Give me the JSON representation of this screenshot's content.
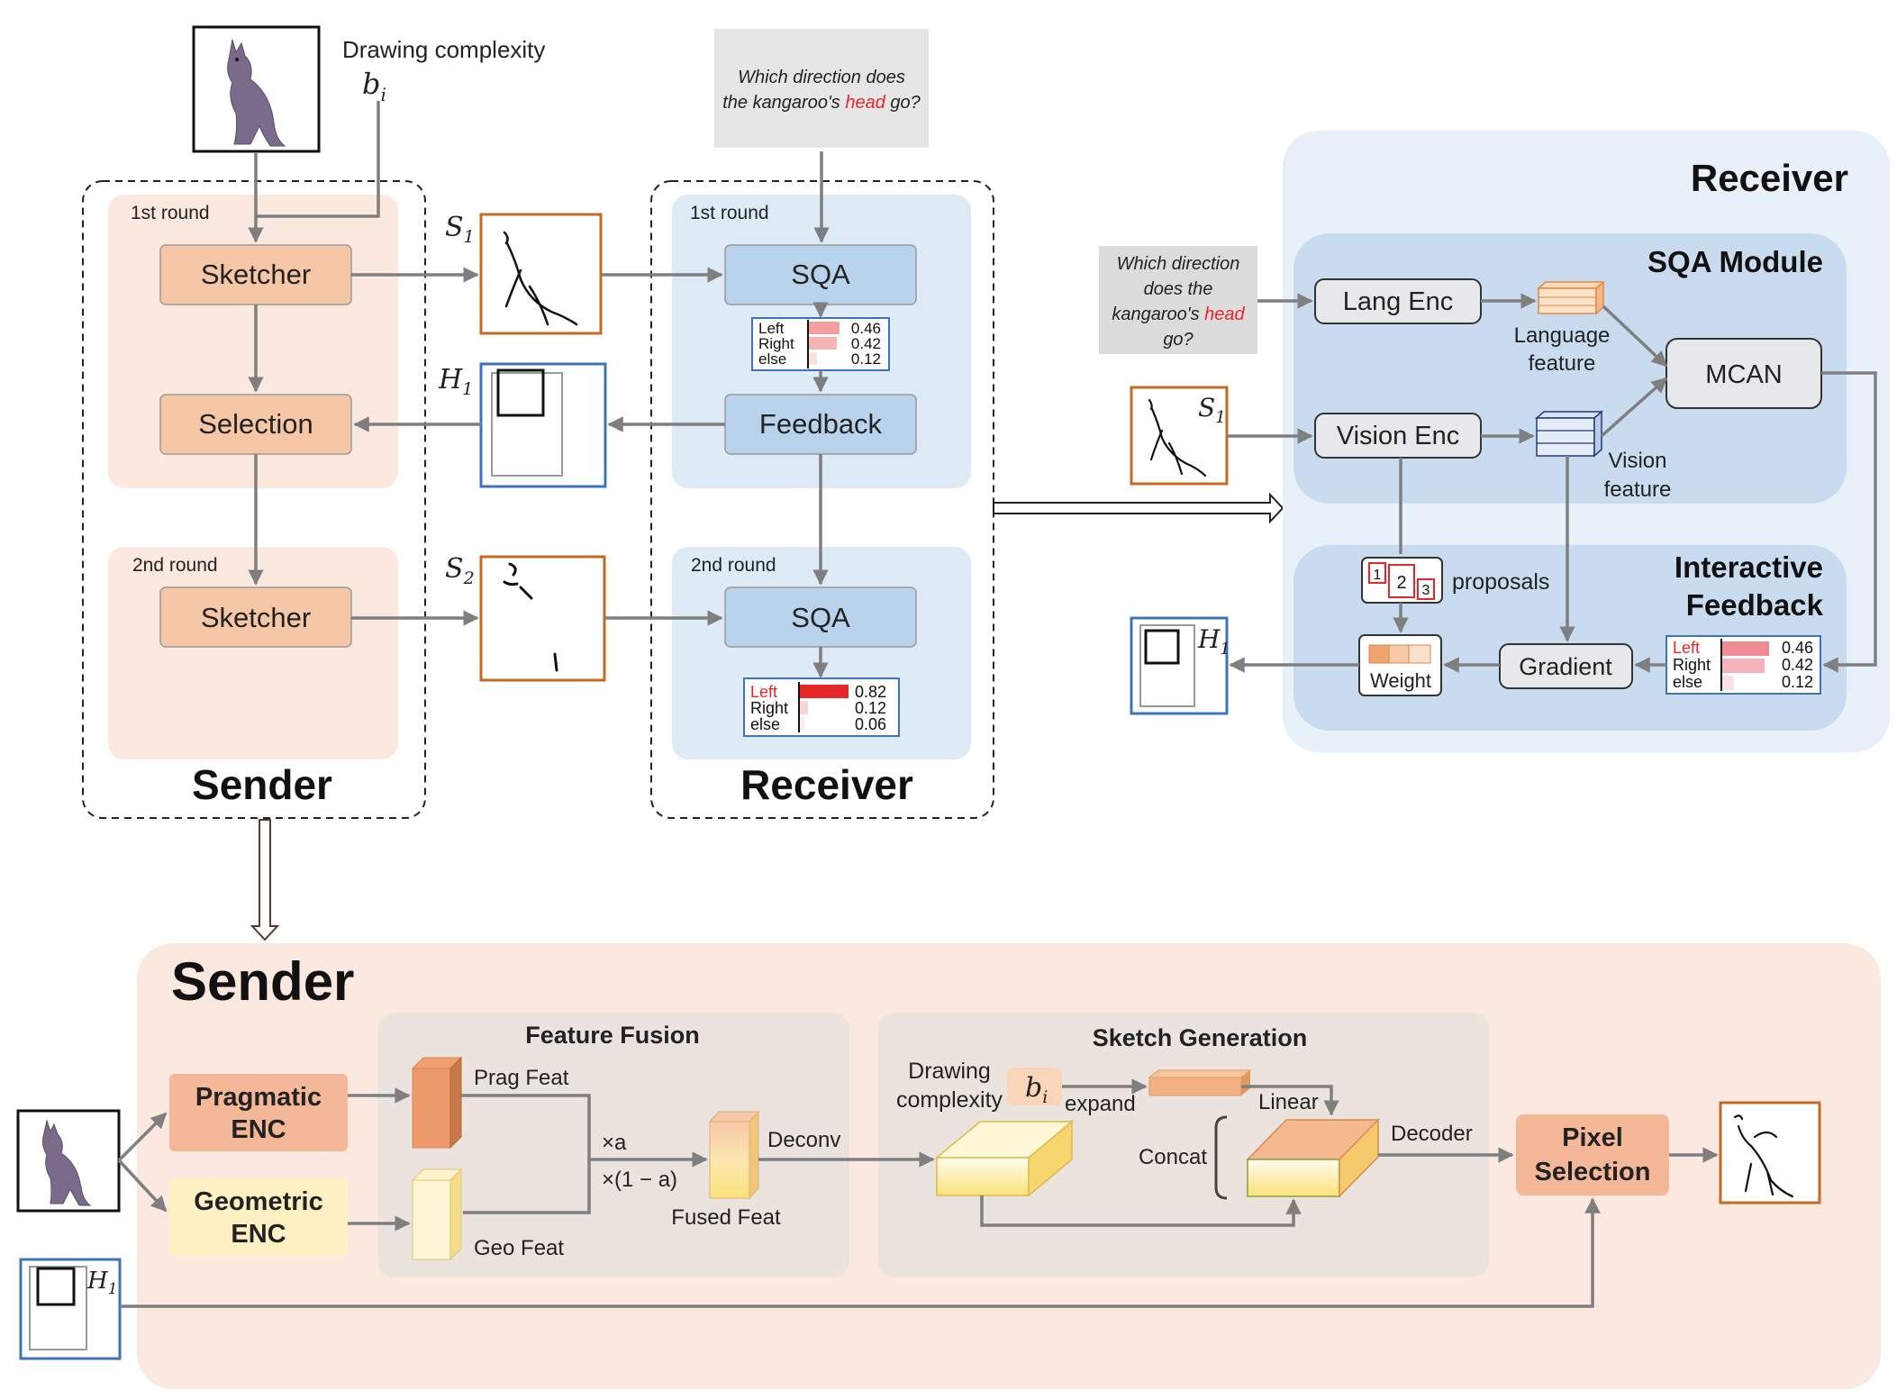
{
  "colors": {
    "sender_bg": "#fbe8de",
    "receiver_bg": "#deebf6",
    "receiver_panel": "#e8f1fa",
    "inner_blue": "#c9dcef",
    "box_orange": "#f6c7a6",
    "box_blue": "#b9d3ec",
    "box_gray": "#e6e8ea",
    "fusion_bg": "#ebe3de",
    "arrow": "#7f7f7f",
    "sketch_border_orange": "#c46a25",
    "sketch_border_blue": "#3d74b8",
    "highlight_red": "#e8272a"
  },
  "top": {
    "drawing_complexity": "Drawing complexity",
    "bi": "b",
    "bi_sub": "i",
    "question": [
      "Which direction does",
      "the kangaroo's",
      "head",
      "go?"
    ],
    "s1": "S",
    "s1_sub": "1",
    "s2": "S",
    "s2_sub": "2",
    "h1": "H",
    "h1_sub": "1"
  },
  "sender_block": {
    "round1": "1st round",
    "round2": "2nd round",
    "sketcher": "Sketcher",
    "selection": "Selection",
    "sketcher2": "Sketcher",
    "title": "Sender"
  },
  "receiver_block": {
    "round1": "1st round",
    "round2": "2nd round",
    "sqa": "SQA",
    "feedback": "Feedback",
    "sqa2": "SQA",
    "title": "Receiver",
    "probs1": [
      {
        "label": "Left",
        "value": "0.46"
      },
      {
        "label": "Right",
        "value": "0.42"
      },
      {
        "label": "else",
        "value": "0.12"
      }
    ],
    "probs2": [
      {
        "label": "Left",
        "value": "0.82"
      },
      {
        "label": "Right",
        "value": "0.12"
      },
      {
        "label": "else",
        "value": "0.06"
      }
    ]
  },
  "receiver_detail": {
    "title": "Receiver",
    "sqa_module": "SQA Module",
    "question": [
      "Which direction",
      "does the",
      "kangaroo's",
      "head",
      "go?"
    ],
    "lang_enc": "Lang Enc",
    "vision_enc": "Vision Enc",
    "language_feature": [
      "Language",
      "feature"
    ],
    "vision_feature": [
      "Vision",
      "feature"
    ],
    "mcan": "MCAN",
    "interactive_feedback": [
      "Interactive",
      "Feedback"
    ],
    "proposals": "proposals",
    "proposal_ids": [
      "1",
      "2",
      "3"
    ],
    "weight": "Weight",
    "gradient": "Gradient",
    "probs": [
      {
        "label": "Left",
        "value": "0.46"
      },
      {
        "label": "Right",
        "value": "0.42"
      },
      {
        "label": "else",
        "value": "0.12"
      }
    ]
  },
  "sender_detail": {
    "title": "Sender",
    "pragmatic_enc": [
      "Pragmatic",
      "ENC"
    ],
    "geometric_enc": [
      "Geometric",
      "ENC"
    ],
    "feature_fusion": "Feature Fusion",
    "prag_feat": "Prag Feat",
    "geo_feat": "Geo Feat",
    "times_a": "×a",
    "times_1_minus_a": "×(1 − a)",
    "fused_feat": "Fused Feat",
    "deconv": "Deconv",
    "sketch_generation": "Sketch Generation",
    "drawing_complexity": [
      "Drawing",
      "complexity"
    ],
    "expand": "expand",
    "linear": "Linear",
    "concat": "Concat",
    "decoder": "Decoder",
    "pixel_selection": [
      "Pixel",
      "Selection"
    ]
  }
}
